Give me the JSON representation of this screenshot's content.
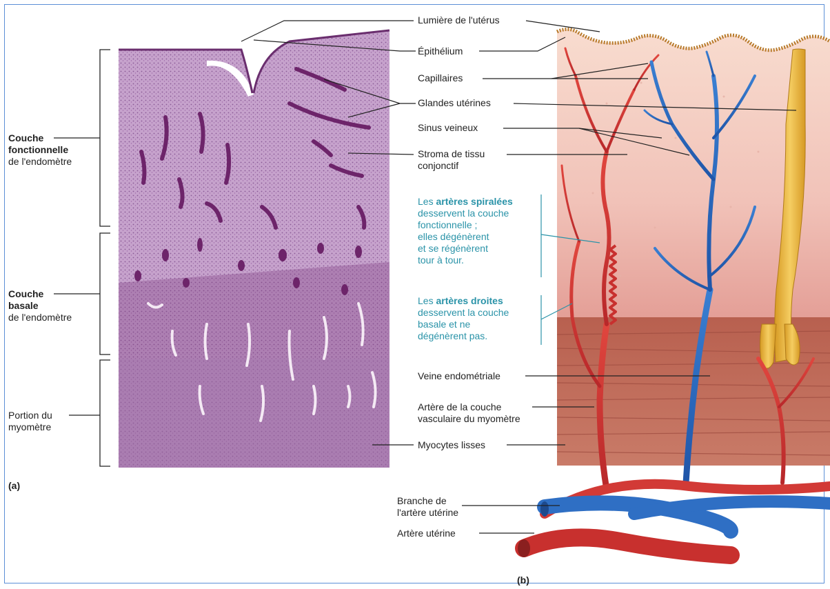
{
  "panel_a": {
    "tag": "(a)",
    "couche_fonctionnelle": {
      "line1": "Couche",
      "line2": "fonctionnelle",
      "line3": "de l'endomètre"
    },
    "couche_basale": {
      "line1": "Couche",
      "line2": "basale",
      "line3": "de l'endomètre"
    },
    "portion_myometre": {
      "line1": "Portion du",
      "line2": "myomètre"
    }
  },
  "panel_b": {
    "tag": "(b)"
  },
  "labels": {
    "lumiere": "Lumière de l'utérus",
    "epithelium": "Épithélium",
    "capillaires": "Capillaires",
    "glandes": "Glandes utérines",
    "sinus": "Sinus veineux",
    "stroma_1": "Stroma de tissu",
    "stroma_2": "conjonctif",
    "spiralees": {
      "pre": "Les ",
      "bold": "artères spiralées",
      "l2": "desservent la couche",
      "l3": "fonctionnelle ;",
      "l4": "elles dégénèrent",
      "l5": "et se régénèrent",
      "l6": "tour à tour."
    },
    "droites": {
      "pre": "Les ",
      "bold": "artères droites",
      "l2": "desservent la couche",
      "l3": "basale et ne",
      "l4": "dégénèrent pas."
    },
    "veine": "Veine endométriale",
    "artere_couche_1": "Artère de la couche",
    "artere_couche_2": "vasculaire du myomètre",
    "myocytes": "Myocytes lisses",
    "branche_1": "Branche de",
    "branche_2": "l'artère utérine",
    "artere_uterine": "Artère utérine"
  },
  "colors": {
    "histology_bg": "#c9a7cf",
    "gland": "#7a2a72",
    "artery": "#d23a36",
    "vein": "#2f6fc4",
    "gland_3d": "#e9b43c",
    "myometrium": "#b05a4e",
    "endometrium": "#f3c9c0",
    "annotation_blue": "#2a93a8"
  }
}
